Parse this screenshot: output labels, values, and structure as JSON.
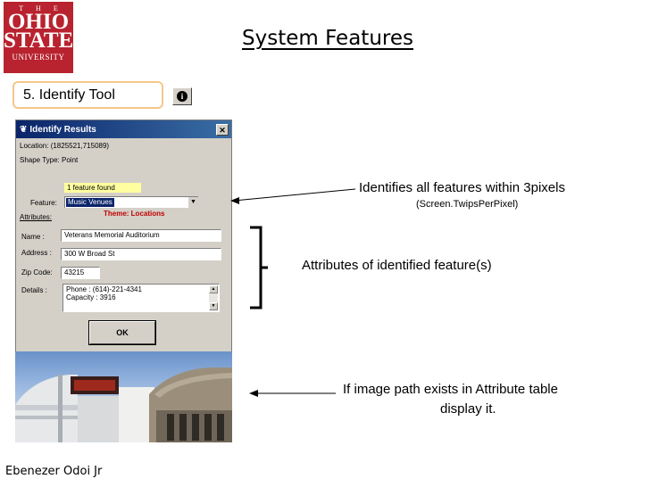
{
  "logo": {
    "line1": "T H E",
    "line2": "OHIO",
    "line3": "STATE",
    "line4": "UNIVERSITY"
  },
  "title": "System Features",
  "tool_label": "5. Identify Tool",
  "dialog": {
    "title": "Identify Results",
    "close": "✕",
    "location": "Location:  (1825521,715089)",
    "shape_type": "Shape Type:  Point",
    "found": "1 feature found",
    "feature_label": "Feature:",
    "feature_value": "Music Venues",
    "attributes_label": "Attributes:",
    "theme": "Theme:  Locations",
    "fields": [
      {
        "label": "Name :",
        "value": "Veterans Memorial Auditorium"
      },
      {
        "label": "Address :",
        "value": "300 W Broad St"
      },
      {
        "label": "Zip Code:",
        "value": "43215"
      }
    ],
    "details_label": "Details :",
    "details_lines": [
      "Phone : (614)-221-4341",
      "Capacity : 3916"
    ],
    "ok_label": "OK"
  },
  "annotations": {
    "identifies": "Identifies all features within 3pixels",
    "twips": "(Screen.TwipsPerPixel)",
    "attributes": "Attributes of identified feature(s)",
    "image_line1": "If image path exists in Attribute table",
    "image_line2": "display it."
  },
  "footer": "Ebenezer Odoi Jr",
  "colors": {
    "brand": "#b8232f",
    "titlebar": "#0a246a",
    "dialog_face": "#d4d0c8",
    "tool_border": "#f5c78a",
    "theme_text": "#c00000"
  }
}
